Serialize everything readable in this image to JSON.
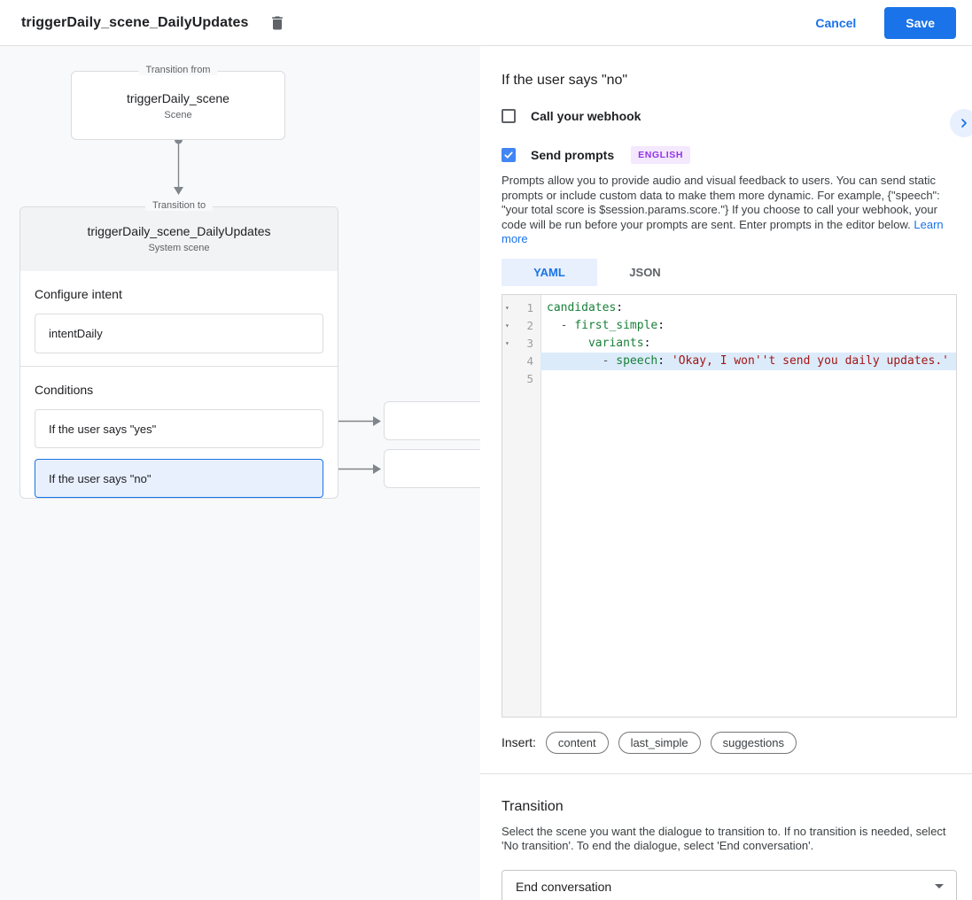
{
  "header": {
    "title": "triggerDaily_scene_DailyUpdates",
    "cancel_label": "Cancel",
    "save_label": "Save"
  },
  "colors": {
    "accent_blue": "#1a73e8",
    "selected_bg": "#e8f0fe",
    "badge_bg": "#f3e8fd",
    "badge_text": "#9334e6",
    "code_key": "#188038",
    "code_string": "#a31515",
    "line_highlight": "#dcebfa"
  },
  "canvas": {
    "from_card": {
      "legend": "Transition from",
      "title": "triggerDaily_scene",
      "subtitle": "Scene"
    },
    "to_card": {
      "legend": "Transition to",
      "title": "triggerDaily_scene_DailyUpdates",
      "subtitle": "System scene",
      "configure_intent": {
        "label": "Configure intent",
        "value": "intentDaily"
      },
      "conditions": {
        "label": "Conditions",
        "items": [
          {
            "label": "If the user says \"yes\"",
            "selected": false
          },
          {
            "label": "If the user says \"no\"",
            "selected": true
          }
        ]
      }
    }
  },
  "panel": {
    "title": "If the user says \"no\"",
    "webhook": {
      "label": "Call your webhook",
      "checked": false
    },
    "send_prompts": {
      "label": "Send prompts",
      "checked": true,
      "badge": "ENGLISH"
    },
    "description": "Prompts allow you to provide audio and visual feedback to users. You can send static prompts or include custom data to make them more dynamic. For example, {\"speech\": \"your total score is $session.params.score.\"} If you choose to call your webhook, your code will be run before your prompts are sent. Enter prompts in the editor below.",
    "learn_more": "Learn more",
    "tabs": [
      {
        "id": "yaml",
        "label": "YAML",
        "active": true
      },
      {
        "id": "json",
        "label": "JSON",
        "active": false
      }
    ],
    "editor": {
      "lines": [
        {
          "num": 1,
          "fold": true,
          "highlight": false,
          "tokens": [
            [
              "key",
              "candidates"
            ],
            [
              "p",
              ":"
            ]
          ]
        },
        {
          "num": 2,
          "fold": true,
          "highlight": false,
          "tokens": [
            [
              "p",
              "  "
            ],
            [
              "meta",
              "- "
            ],
            [
              "key",
              "first_simple"
            ],
            [
              "p",
              ":"
            ]
          ]
        },
        {
          "num": 3,
          "fold": true,
          "highlight": false,
          "tokens": [
            [
              "p",
              "      "
            ],
            [
              "key",
              "variants"
            ],
            [
              "p",
              ":"
            ]
          ]
        },
        {
          "num": 4,
          "fold": false,
          "highlight": true,
          "tokens": [
            [
              "p",
              "        "
            ],
            [
              "meta",
              "- "
            ],
            [
              "key",
              "speech"
            ],
            [
              "p",
              ": "
            ],
            [
              "str",
              "'Okay, I won''t send you daily updates.'"
            ]
          ]
        },
        {
          "num": 5,
          "fold": false,
          "highlight": false,
          "tokens": []
        }
      ]
    },
    "insert": {
      "label": "Insert:",
      "chips": [
        "content",
        "last_simple",
        "suggestions"
      ]
    },
    "transition": {
      "title": "Transition",
      "description": "Select the scene you want the dialogue to transition to. If no transition is needed, select 'No transition'. To end the dialogue, select 'End conversation'.",
      "value": "End conversation"
    }
  }
}
